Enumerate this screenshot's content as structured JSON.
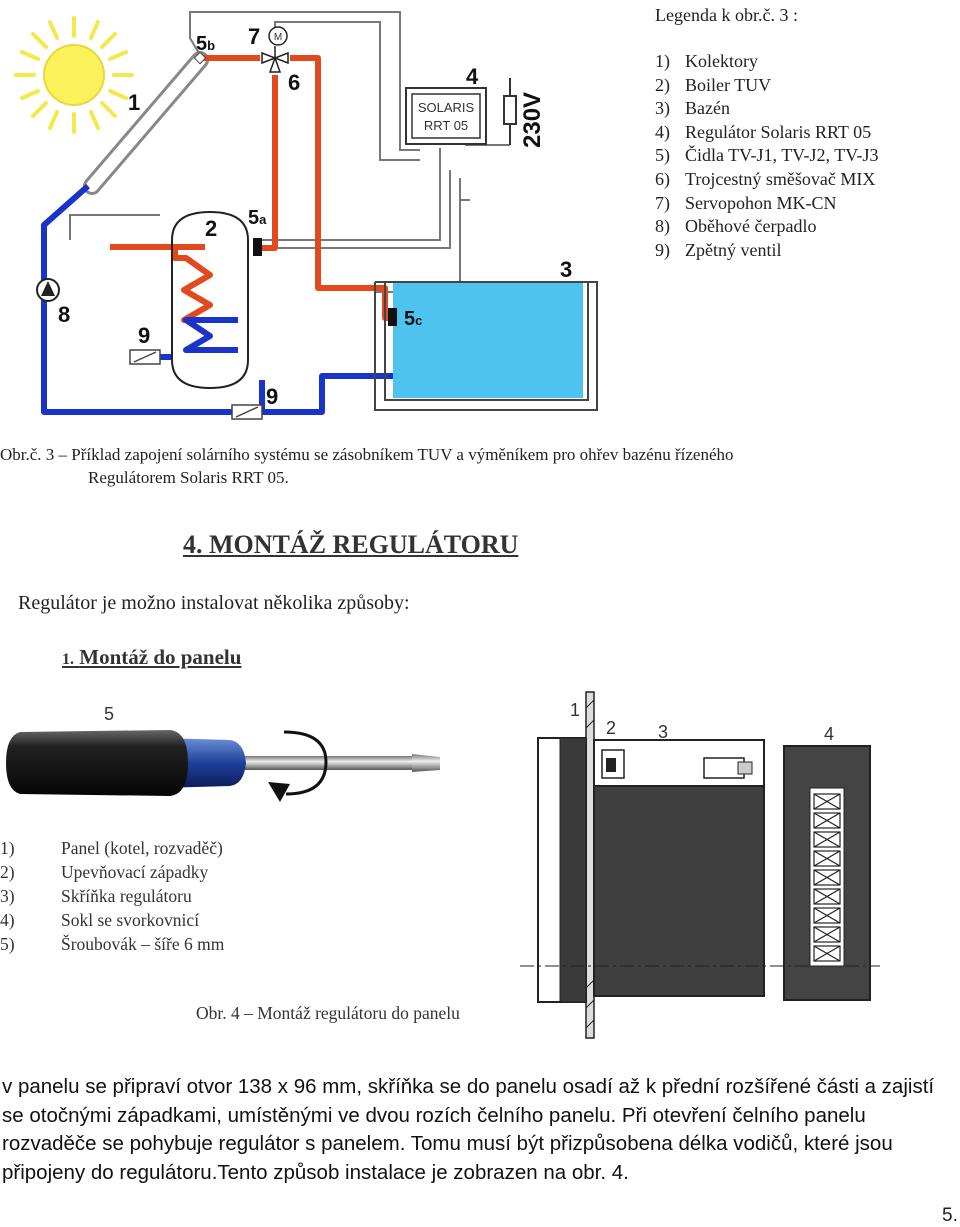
{
  "legend": {
    "title": "Legenda k obr.č. 3 :",
    "items": [
      {
        "num": "1)",
        "label": "Kolektory"
      },
      {
        "num": "2)",
        "label": "Boiler TUV"
      },
      {
        "num": "3)",
        "label": "Bazén"
      },
      {
        "num": "4)",
        "label": "Regulátor Solaris RRT 05"
      },
      {
        "num": "5)",
        "label": "Čidla TV-J1, TV-J2, TV-J3"
      },
      {
        "num": "6)",
        "label": "Trojcestný směšovač MIX"
      },
      {
        "num": "7)",
        "label": "Servopohon MK-CN"
      },
      {
        "num": "8)",
        "label": "Oběhové čerpadlo"
      },
      {
        "num": "9)",
        "label": "Zpětný ventil"
      }
    ]
  },
  "diagram1": {
    "labels": {
      "collector": "1",
      "boiler": "2",
      "pool": "3",
      "regulator": "4",
      "sensor_a": "5",
      "sensor_a_sub": "a",
      "sensor_b": "5",
      "sensor_b_sub": "b",
      "sensor_c": "5",
      "sensor_c_sub": "c",
      "mixer": "6",
      "servo": "7",
      "servo_symbol": "M",
      "pump": "8",
      "valve_upper": "9",
      "valve_lower": "9"
    },
    "regulator_line1": "SOLARIS",
    "regulator_line2": "RRT 05",
    "voltage": "230V"
  },
  "caption3": {
    "line1": "Obr.č. 3 – Příklad zapojení solárního systému se zásobníkem TUV a výměníkem pro ohřev bazénu řízeného",
    "line2": "Regulátorem Solaris RRT 05."
  },
  "section": {
    "heading": "4. MONTÁŽ REGULÁTORU",
    "intro": "Regulátor je možno instalovat několika způsoby:",
    "sub_num": "1.",
    "sub_title": "Montáž do panelu"
  },
  "diagram2": {
    "labels": {
      "screwdriver": "5",
      "panel": "1",
      "latch": "2",
      "housing": "3",
      "socket": "4"
    }
  },
  "parts": [
    {
      "num": "1)",
      "label": "Panel (kotel, rozvaděč)"
    },
    {
      "num": "2)",
      "label": "Upevňovací západky"
    },
    {
      "num": "3)",
      "label": "Skříňka regulátoru"
    },
    {
      "num": "4)",
      "label": "Sokl se svorkovnicí"
    },
    {
      "num": "5)",
      "label": "Šroubovák – šíře 6 mm"
    }
  ],
  "caption4": "Obr. 4 – Montáž regulátoru do panelu",
  "body_text": "v panelu se připraví otvor 138 x 96 mm, skříňka se do panelu osadí až k přední rozšířené části a zajistí se otočnými západkami, umístěnými ve dvou rozích čelního panelu. Při otevření čelního panelu rozvaděče se pohybuje regulátor s panelem. Tomu musí být přizpůsobena délka vodičů, které jsou připojeny do regulátoru.Tento způsob instalace je zobrazen na obr. 4.",
  "page_number": "5."
}
